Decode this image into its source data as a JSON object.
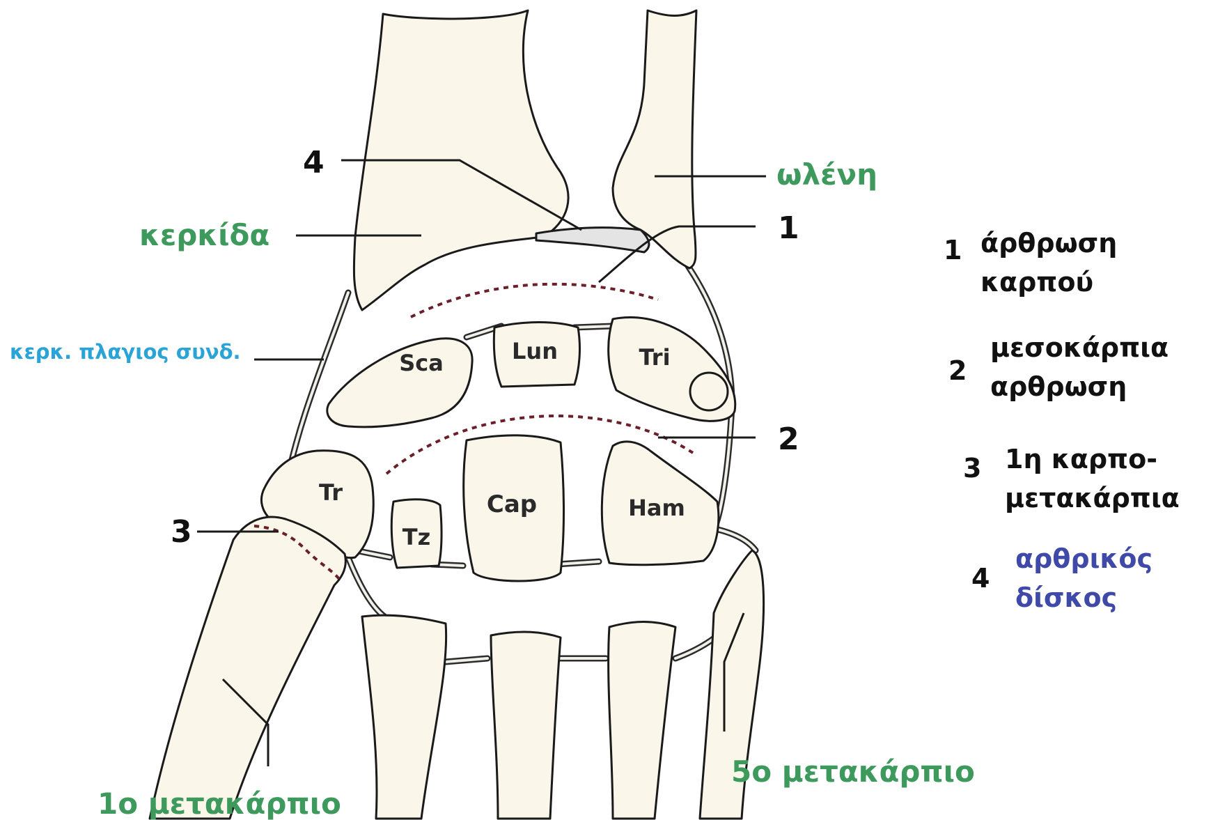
{
  "labels": {
    "ulna": "ωλένη",
    "radius": "κερκίδα",
    "radial_collateral_ligament": "κερκ. πλαγιος συνδ.",
    "first_metacarpal": "1ο μετακάρπιο",
    "fifth_metacarpal": "5ο μετακάρπιο"
  },
  "bones": {
    "scaphoid": "Sca",
    "lunate": "Lun",
    "triquetrum": "Tri",
    "trapezium": "Tr",
    "trapezoid": "Tz",
    "capitate": "Cap",
    "hamate": "Ham"
  },
  "callouts": {
    "n1": "1",
    "n2": "2",
    "n3": "3",
    "n4": "4"
  },
  "legend": [
    {
      "num": "1",
      "line1": "άρθρωση",
      "line2": "καρπού"
    },
    {
      "num": "2",
      "line1": "μεσοκάρπια",
      "line2": "αρθρωση"
    },
    {
      "num": "3",
      "line1": "1η καρπο-",
      "line2": "μετακάρπια"
    },
    {
      "num": "4",
      "line1": "αρθρικός",
      "line2": "δίσκος"
    }
  ],
  "colors": {
    "bone_labels_green": "#3d9a5c",
    "ligament_label_blue": "#2aa3d6",
    "disc_legend_navy": "#3f4aa8",
    "bone_fill": "#faf6ea"
  }
}
